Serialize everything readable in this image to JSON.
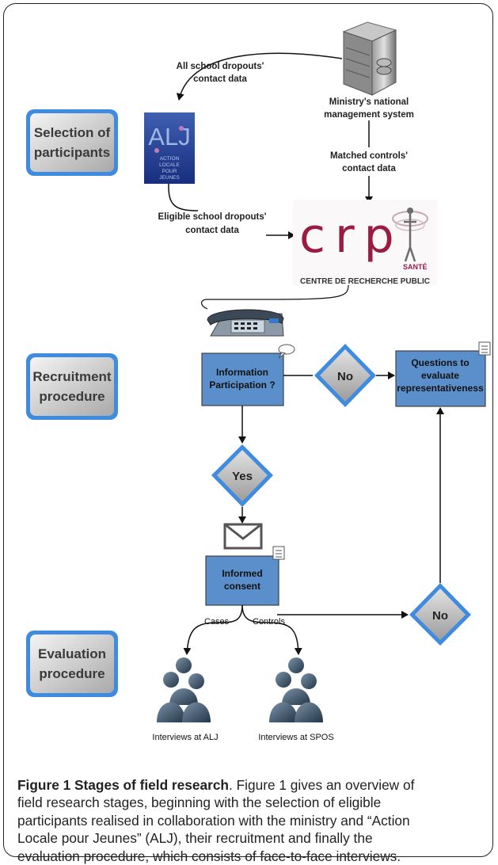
{
  "stages": {
    "selection": [
      "Selection of",
      "participants"
    ],
    "recruitment": [
      "Recruitment",
      "procedure"
    ],
    "evaluation": [
      "Evaluation",
      "procedure"
    ]
  },
  "edges": {
    "all_dropouts": [
      "All school dropouts'",
      "contact data"
    ],
    "ministry": [
      "Ministry's national",
      "management system"
    ],
    "matched_controls": [
      "Matched controls'",
      "contact data"
    ],
    "eligible_dropouts": [
      "Eligible school dropouts'",
      "contact data"
    ],
    "cases": "Cases",
    "controls": "Controls"
  },
  "logos": {
    "alj": "ALJ",
    "alj_sub": [
      "ACTION",
      "LOCALE",
      "POUR",
      "JEUNES"
    ],
    "crp": "crp",
    "crp_sante": "SANTÉ",
    "crp_sub": "CENTRE DE RECHERCHE PUBLIC"
  },
  "boxes": {
    "information": [
      "Information",
      "Participation ?"
    ],
    "questions": [
      "Questions to",
      "evaluate",
      "representativeness"
    ],
    "consent": [
      "Informed",
      "consent"
    ]
  },
  "decisions": {
    "no1": "No",
    "yes": "Yes",
    "no2": "No"
  },
  "interviews": {
    "alj": "Interviews at ALJ",
    "spos": "Interviews at SPOS"
  },
  "caption": {
    "label": "Figure 1 Stages of field research",
    "lines": [
      ". Figure 1 gives an overview of",
      "field research stages, beginning with the selection of eligible",
      "participants realised in collaboration with the ministry and “Action",
      "Locale pour Jeunes” (ALJ), their recruitment and finally the",
      "evaluation procedure, which consists of face-to-face interviews."
    ]
  }
}
